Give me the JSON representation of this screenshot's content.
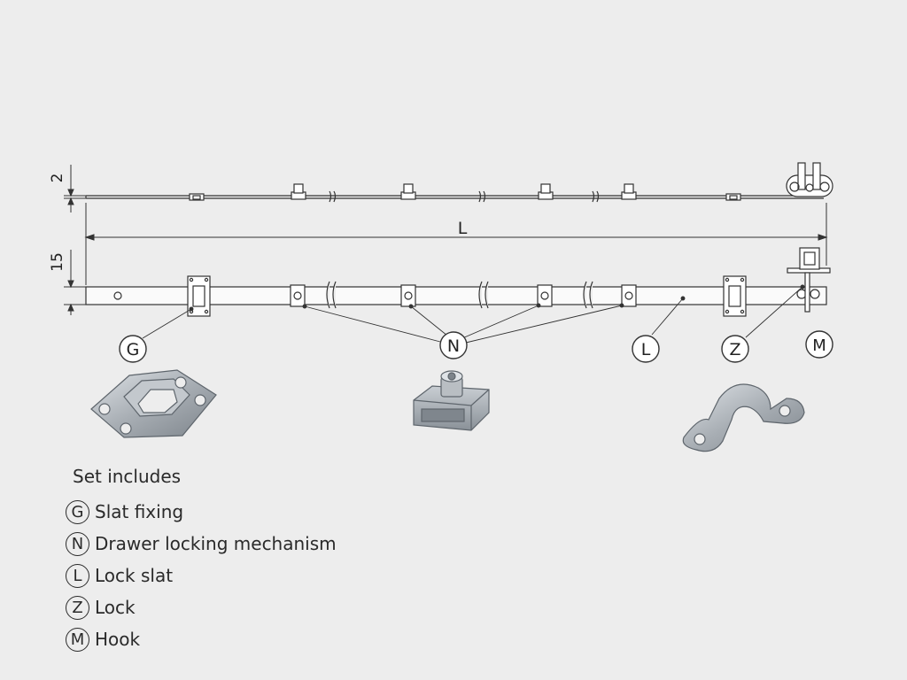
{
  "dimensions": {
    "thickness": "2",
    "height": "15",
    "length": "L"
  },
  "callouts": {
    "g": "G",
    "n": "N",
    "l": "L",
    "z": "Z",
    "m": "M"
  },
  "legend": {
    "title": "Set includes",
    "items": [
      {
        "letter": "G",
        "label": "Slat fixing"
      },
      {
        "letter": "N",
        "label": "Drawer locking mechanism"
      },
      {
        "letter": "L",
        "label": "Lock slat"
      },
      {
        "letter": "Z",
        "label": "Lock"
      },
      {
        "letter": "M",
        "label": "Hook"
      }
    ]
  },
  "colors": {
    "background": "#ededed",
    "line": "#333333",
    "metal": "#a8aeb4"
  }
}
